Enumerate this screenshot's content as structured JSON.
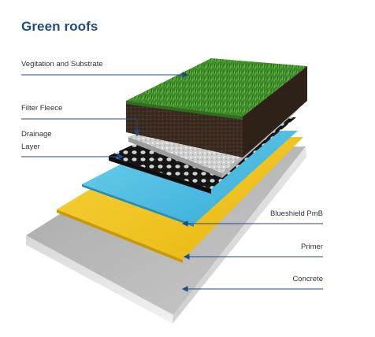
{
  "title": "Green roofs",
  "labels": {
    "vegetation": "Vegitation and Substrate",
    "filter": "Filter Fleece",
    "drainage_line1": "Drainage",
    "drainage_line2": "Layer",
    "blueshield": "Blueshield PmB",
    "primer": "Primer",
    "concrete": "Concrete"
  },
  "colors": {
    "title": "#1f4a87",
    "leader": "#1f4a87",
    "grass": "#3f8f2b",
    "soil": "#3a2a1f",
    "fleece": "#c9c9c9",
    "drainage": "#1a1a1a",
    "membrane": "#4fbfe0",
    "primer": "#f1c21a",
    "concrete": "#bdbdbd"
  }
}
